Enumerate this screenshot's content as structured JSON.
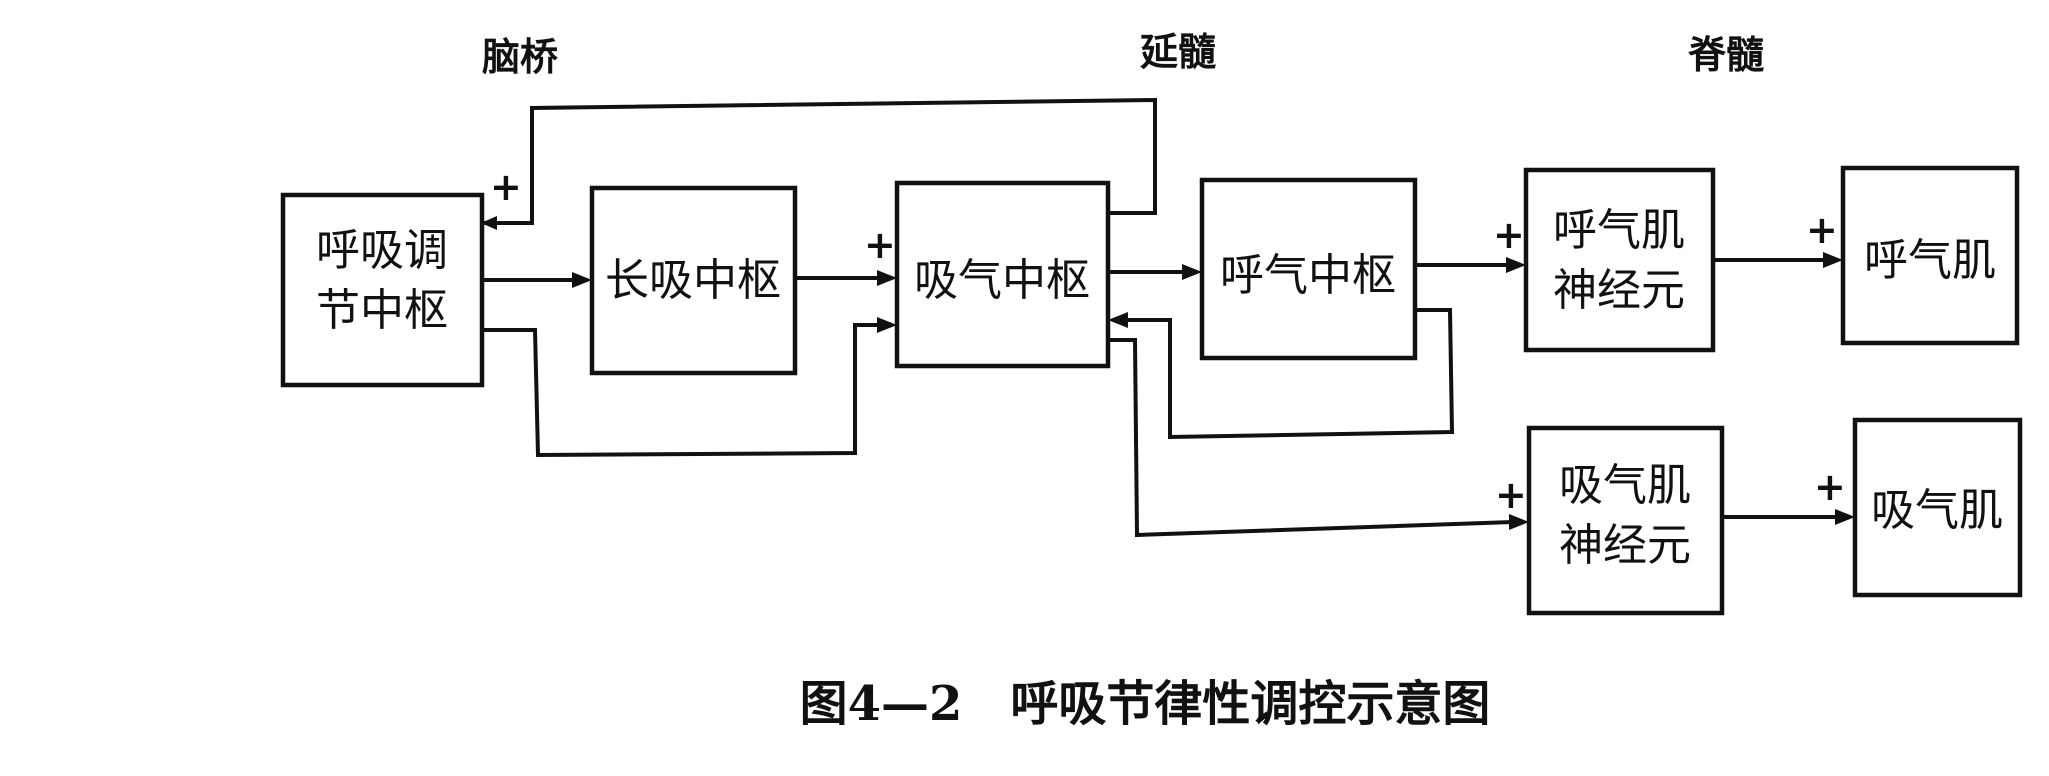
{
  "regions": {
    "pons": "脑桥",
    "medulla": "延髓",
    "spinal_cord": "脊髓"
  },
  "boxes": {
    "pneumotaxic_center": [
      "呼吸调",
      "节中枢"
    ],
    "apneustic_center": "长吸中枢",
    "inspiratory_center": "吸气中枢",
    "expiratory_center": "呼气中枢",
    "expiratory_motor_neuron": [
      "呼气肌",
      "神经元"
    ],
    "inspiratory_motor_neuron": [
      "吸气肌",
      "神经元"
    ],
    "expiratory_muscle": "呼气肌",
    "inspiratory_muscle": "吸气肌"
  },
  "signs": {
    "plus": "+"
  },
  "caption": "图4—2　呼吸节律性调控示意图",
  "colors": {
    "ink": "#111111",
    "background": "#ffffff"
  }
}
